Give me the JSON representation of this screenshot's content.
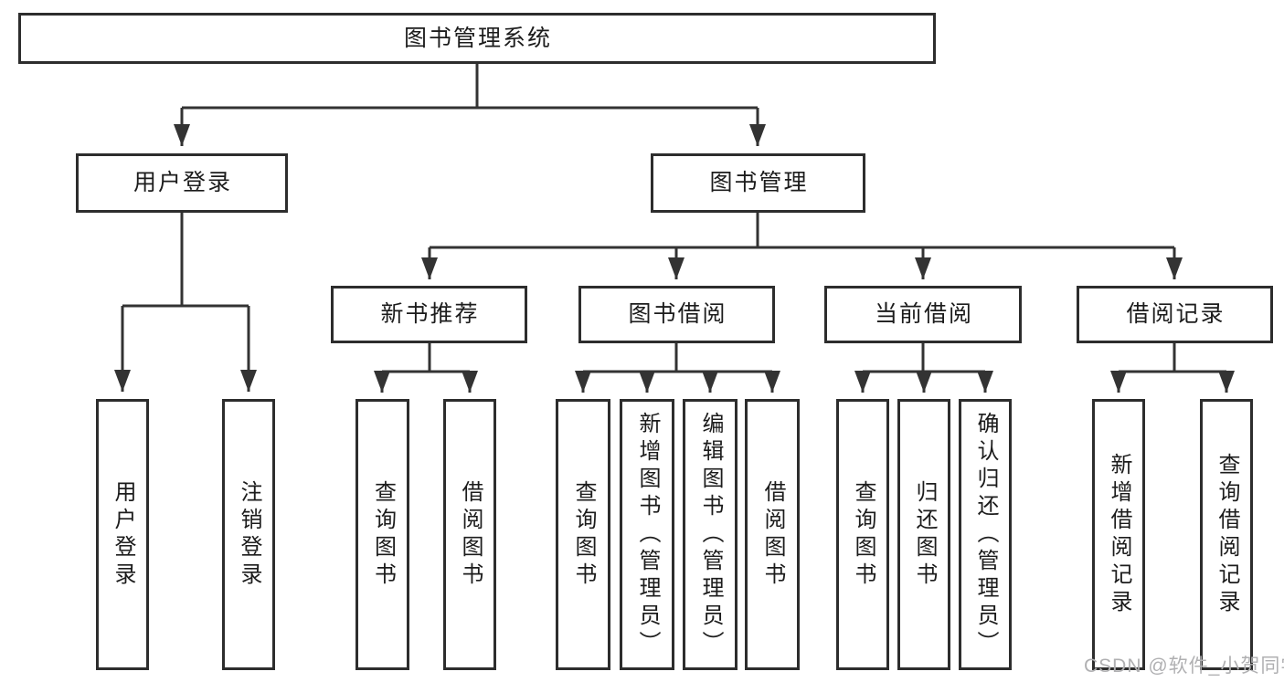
{
  "tree": {
    "label": "图书管理系统",
    "children": [
      {
        "label": "用户登录",
        "children": [
          {
            "label": "用户登录"
          },
          {
            "label": "注销登录"
          }
        ]
      },
      {
        "label": "图书管理",
        "children": [
          {
            "label": "新书推荐",
            "children": [
              {
                "label": "查询图书"
              },
              {
                "label": "借阅图书"
              }
            ]
          },
          {
            "label": "图书借阅",
            "children": [
              {
                "label": "查询图书"
              },
              {
                "label": "新增图书（管理员）"
              },
              {
                "label": "编辑图书（管理员）"
              },
              {
                "label": "借阅图书"
              }
            ]
          },
          {
            "label": "当前借阅",
            "children": [
              {
                "label": "查询图书"
              },
              {
                "label": "归还图书"
              },
              {
                "label": "确认归还（管理员）"
              }
            ]
          },
          {
            "label": "借阅记录",
            "children": [
              {
                "label": "新增借阅记录"
              },
              {
                "label": "查询借阅记录"
              }
            ]
          }
        ]
      }
    ]
  },
  "watermark": "CSDN @软件_小贺同学",
  "colors": {
    "line": "#333333",
    "box_border": "#2d2d2d",
    "text": "#1c1c1c",
    "watermark": "#b0b0b2",
    "background": "#ffffff"
  }
}
